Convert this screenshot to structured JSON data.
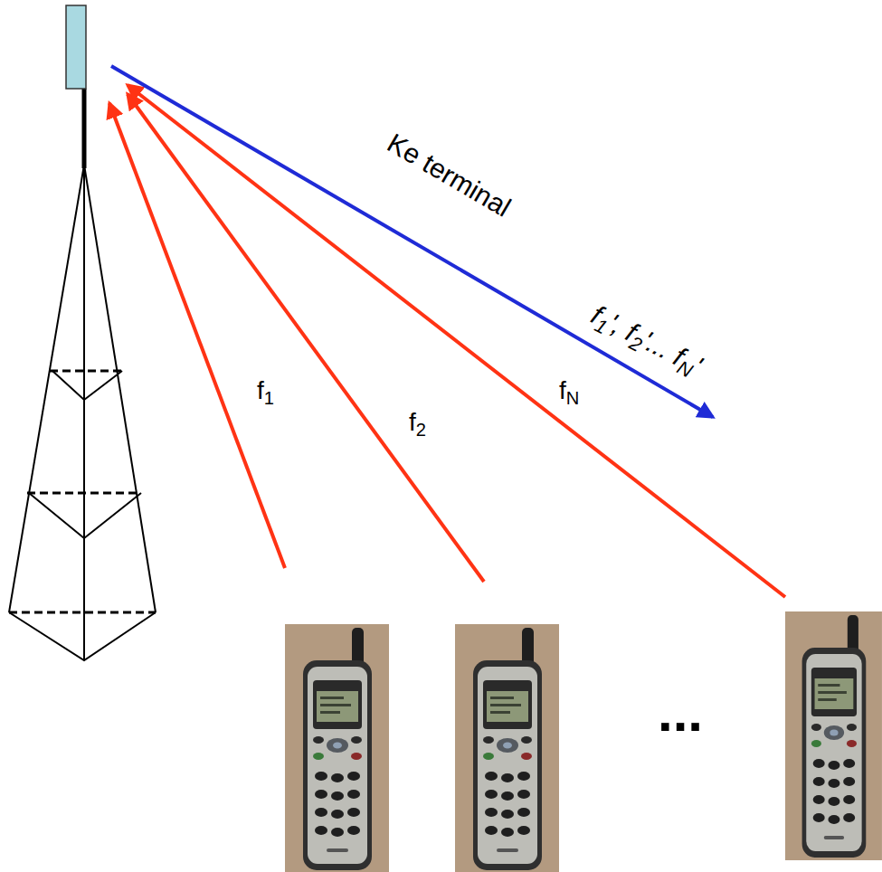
{
  "diagram": {
    "labels": [
      "Ke terminal",
      "f1', f2'... fN'",
      "f1",
      "f2",
      "fN",
      "..."
    ]
  }
}
